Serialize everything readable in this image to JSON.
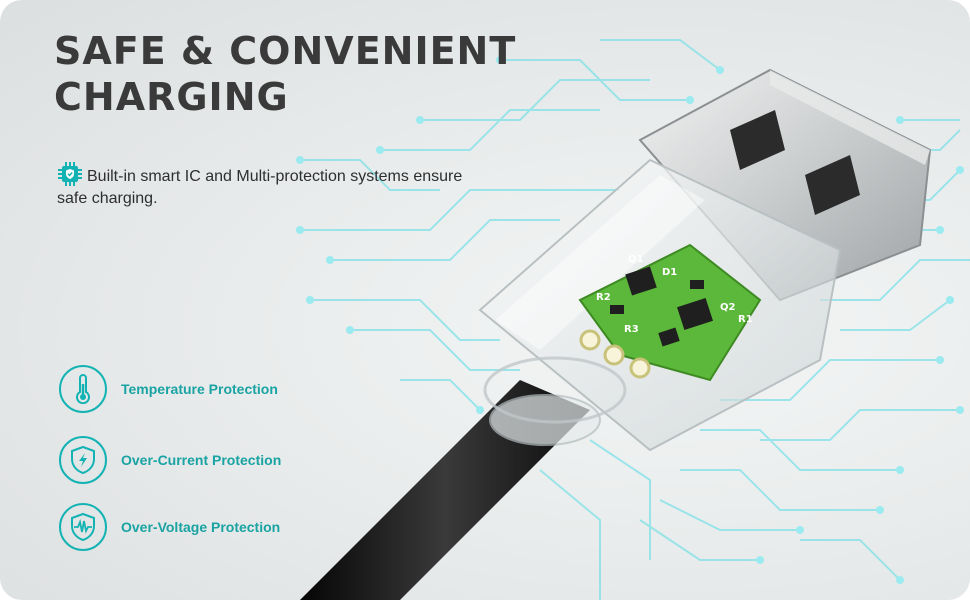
{
  "title": {
    "line1": "SAFE & CONVENIENT",
    "line2": "CHARGING"
  },
  "description": "Built-in smart IC and Multi-protection systems ensure safe charging.",
  "features": [
    {
      "icon": "thermometer-icon",
      "label": "Temperature Protection"
    },
    {
      "icon": "shield-lightning-icon",
      "label": "Over-Current Protection"
    },
    {
      "icon": "shield-wave-icon",
      "label": "Over-Voltage Protection"
    }
  ],
  "pcb_labels": {
    "q1": "Q1",
    "d1": "D1",
    "r2": "R2",
    "r3": "R3",
    "q2": "Q2",
    "r1": "R1"
  },
  "colors": {
    "accent": "#14b3b3",
    "circuit": "#5fd8e0",
    "pcb": "#5cb83a",
    "title": "#3a3a3a"
  }
}
